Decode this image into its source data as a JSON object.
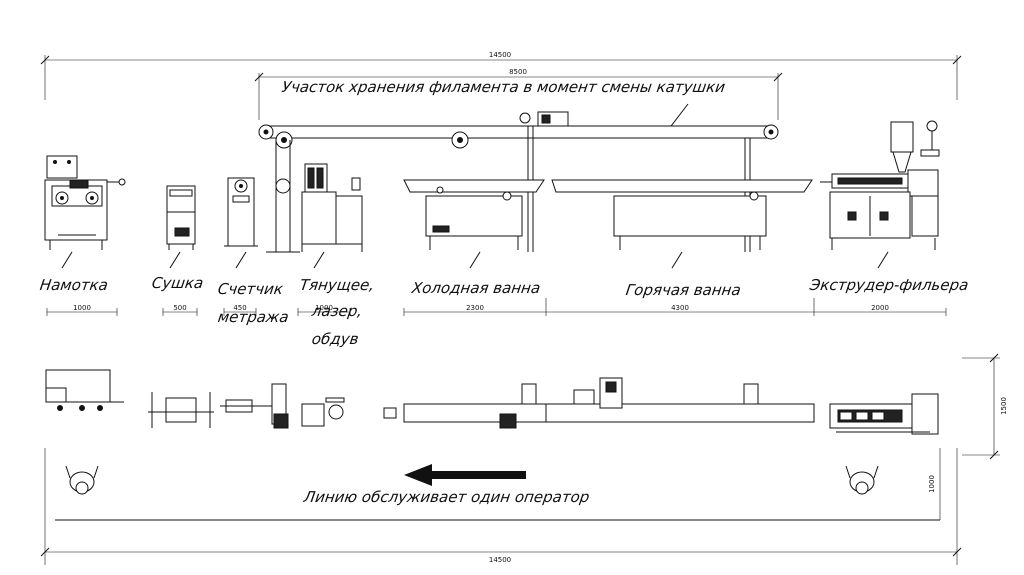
{
  "dimensions": {
    "total_top": "14500",
    "storage_span": "8500",
    "total_bottom": "14500",
    "winding": "1000",
    "drying": "500",
    "meter": "450",
    "puller": "1000",
    "cold_bath": "2300",
    "hot_bath": "4300",
    "extruder": "2000",
    "line_width": "1500",
    "operator_zone": "1000"
  },
  "labels": {
    "storage": "Участок хранения филамента в момент смены катушки",
    "winding": "Намотка",
    "drying": "Сушка",
    "meter_line1": "Счетчик",
    "meter_line2": "метража",
    "puller_line1": "Тянущее,",
    "puller_line2": "лазер,",
    "puller_line3": "обдув",
    "cold_bath": "Холодная ванна",
    "hot_bath": "Горячая ванна",
    "extruder": "Экструдер-фильера",
    "operator_note": "Линию обслуживает один оператор"
  }
}
